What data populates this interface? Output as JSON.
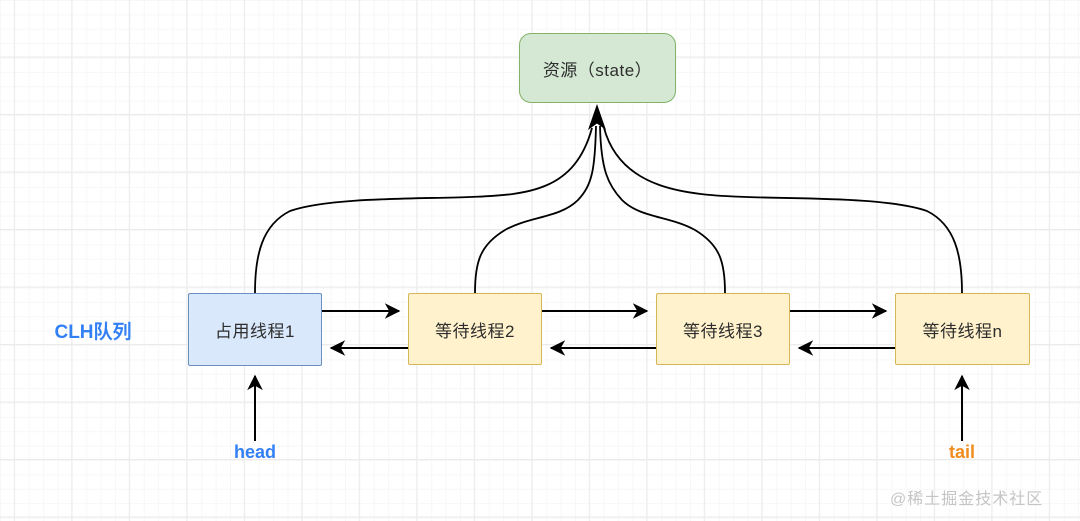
{
  "diagram": {
    "resource_node": {
      "label": "资源（state）",
      "fill": "#d5e8d4",
      "border": "#82b366"
    },
    "queue_label": {
      "text": "CLH队列",
      "color": "#3380f5"
    },
    "nodes": [
      {
        "label": "占用线程1",
        "fill": "#dae8fc",
        "border": "#6c8ebf"
      },
      {
        "label": "等待线程2",
        "fill": "#fff2cc",
        "border": "#d6b656"
      },
      {
        "label": "等待线程3",
        "fill": "#fff2cc",
        "border": "#d6b656"
      },
      {
        "label": "等待线程n",
        "fill": "#fff2cc",
        "border": "#d6b656"
      }
    ],
    "pointers": [
      {
        "text": "head",
        "color": "#3380f5",
        "target": "占用线程1"
      },
      {
        "text": "tail",
        "color": "#f08c1d",
        "target": "等待线程n"
      }
    ],
    "edges": [
      {
        "from": "占用线程1",
        "to": "资源（state）",
        "type": "curved-arrow-up"
      },
      {
        "from": "等待线程2",
        "to": "资源（state）",
        "type": "curved-arrow-up"
      },
      {
        "from": "等待线程3",
        "to": "资源（state）",
        "type": "curved-arrow-up"
      },
      {
        "from": "等待线程n",
        "to": "资源（state）",
        "type": "curved-arrow-up"
      },
      {
        "from": "占用线程1",
        "to": "等待线程2",
        "type": "arrow-right"
      },
      {
        "from": "等待线程2",
        "to": "占用线程1",
        "type": "arrow-left"
      },
      {
        "from": "等待线程2",
        "to": "等待线程3",
        "type": "arrow-right"
      },
      {
        "from": "等待线程3",
        "to": "等待线程2",
        "type": "arrow-left"
      },
      {
        "from": "等待线程3",
        "to": "等待线程n",
        "type": "arrow-right"
      },
      {
        "from": "等待线程n",
        "to": "等待线程3",
        "type": "arrow-left"
      },
      {
        "from": "head",
        "to": "占用线程1",
        "type": "arrow-up"
      },
      {
        "from": "tail",
        "to": "等待线程n",
        "type": "arrow-up"
      }
    ],
    "arrow_color": "#000000",
    "watermark": {
      "text": "@稀土掘金技术社区",
      "color": "#c5c5c5"
    }
  }
}
